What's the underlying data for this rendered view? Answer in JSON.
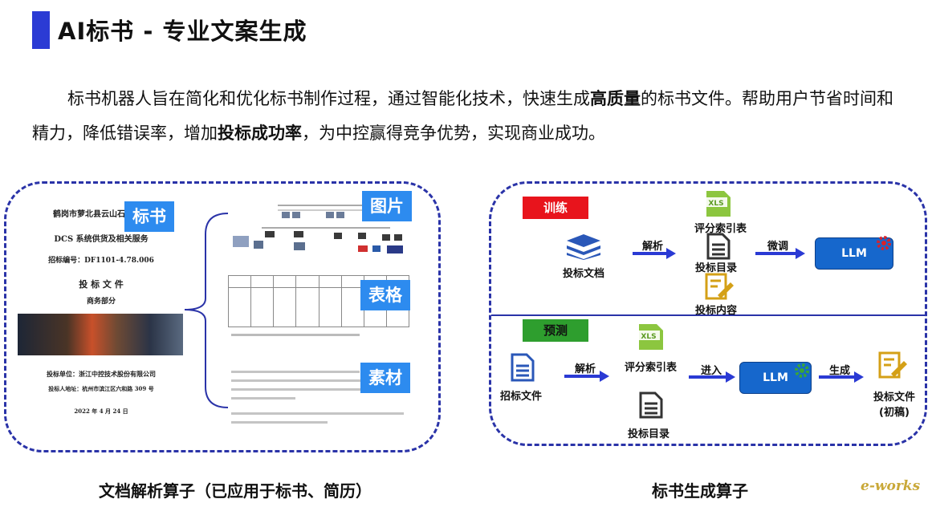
{
  "title": "AI标书 - 专业文案生成",
  "intro": {
    "part1": "标书机器人旨在简化和优化标书制作过程，通过智能化技术，快速生成",
    "bold1": "高质量",
    "part2": "的标书文件。帮助用户节省时间和精力，降低错误率，增加",
    "bold2": "投标成功率",
    "part3": "，为中控赢得竞争优势，实现商业成功。"
  },
  "left_panel": {
    "doc": {
      "line1": "鹤岗市萝北县云山石墨矿区",
      "line2": "DCS 系统供货及相关服务",
      "line3": "招标编号：DF1101-4.78.006",
      "line4": "投 标 文 件",
      "line5": "商务部分",
      "line6": "投标单位：浙江中控技术股份有限公司",
      "line7": "投标人地址：杭州市滨江区六和路 309 号",
      "line8": "2022 年 4 月 24 日"
    },
    "tags": {
      "biaoshu": "标书",
      "tupian": "图片",
      "biaoge": "表格",
      "sucai": "素材"
    },
    "caption": "文档解析算子（已应用于标书、简历）"
  },
  "right_panel": {
    "train": {
      "badge": "训练",
      "input_label": "投标文档",
      "arrow1": "解析",
      "item1": "评分索引表",
      "item2": "投标目录",
      "item3": "投标内容",
      "arrow2": "微调",
      "llm": "LLM"
    },
    "predict": {
      "badge": "预测",
      "input_label": "招标文件",
      "arrow1": "解析",
      "item1": "评分索引表",
      "item2": "投标目录",
      "arrow2": "进入",
      "llm": "LLM",
      "arrow3": "生成",
      "output_label1": "投标文件",
      "output_label2": "(初稿)"
    },
    "caption": "标书生成算子"
  },
  "watermark": "e-works",
  "colors": {
    "accent": "#2b3bd4",
    "train_badge": "#e8141c",
    "predict_badge": "#2e9e2e",
    "tag": "#2d8bef",
    "llm": "#1667cc"
  },
  "icons": [
    "layers-icon",
    "xls-icon",
    "document-icon",
    "edit-document-icon",
    "gear-icon"
  ]
}
